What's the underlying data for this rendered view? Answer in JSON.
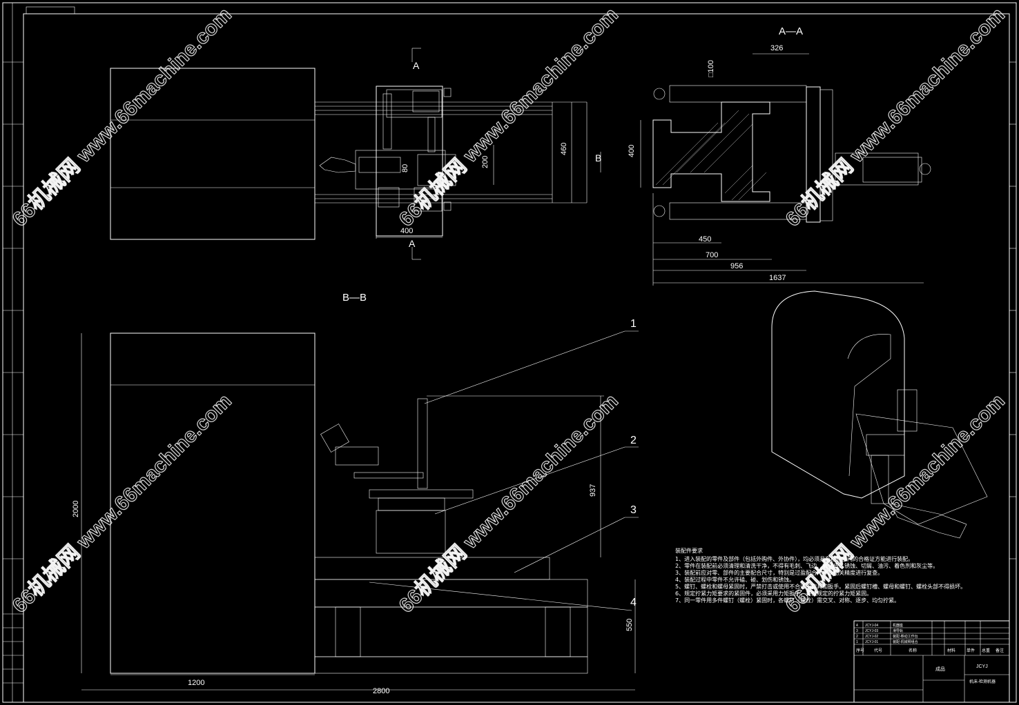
{
  "drawing": {
    "section_labels": {
      "aa": "A—A",
      "bb": "B—B",
      "a_top": "A",
      "a_bottom": "A",
      "b_side": "B"
    },
    "dimensions": {
      "top_400": "400",
      "top_80": "80",
      "top_200": "200",
      "top_460": "460",
      "aa_326": "326",
      "aa_100": "□100",
      "aa_400": "400",
      "aa_450": "450",
      "aa_700": "700",
      "aa_956": "956",
      "aa_1637": "1637",
      "bb_2000": "2000",
      "bb_1200": "1200",
      "bb_2800": "2800",
      "bb_937": "937",
      "bb_550": "550"
    },
    "callouts": [
      "1",
      "2",
      "3",
      "4"
    ],
    "notes_title": "装配件要求",
    "notes": [
      "1、进入装配的零件及部件（包括外购件、外协件），均必须具有检验部门的合格证方能进行装配。",
      "2、零件在装配前必须清理和清洗干净，不得有毛刺、飞边、氧化皮、锈蚀、切屑、油污、着色剂和灰尘等。",
      "3、装配前应对零、部件的主要配合尺寸，特别是过盈配合尺寸及相关精度进行复查。",
      "4、装配过程中零件不允许磕、碰、划伤和锈蚀。",
      "5、螺钉、螺栓和螺母紧固时，严禁打击或使用不合适的旋具和扳手。紧固后螺钉槽、螺母和螺钉、螺栓头部不得损坏。",
      "6、规定拧紧力矩要求的紧固件，必须采用力矩扳手，并按规定的拧紧力矩紧固。",
      "7、同一零件用多件螺钉（螺栓）紧固时，各螺钉（螺栓）需交叉、对称、逐步、均匀拧紧。"
    ],
    "bom_rows": [
      [
        "4",
        "JCYJ-04",
        "机器座"
      ],
      [
        "3",
        "JCYJ-03",
        "滑导轨"
      ],
      [
        "2",
        "JCYJ-02",
        "装配-移动工作台"
      ],
      [
        "1",
        "JCYJ-01",
        "装配-机械臂组合"
      ]
    ],
    "bom_header": [
      "序号",
      "代号",
      "名称",
      "材料",
      "单件",
      "总重",
      "备注"
    ],
    "title_block": {
      "name": "机床-检测机器",
      "code": "JCYJ",
      "company": "成品"
    }
  },
  "watermark": {
    "text": "66机械网 www.66machine.com"
  }
}
